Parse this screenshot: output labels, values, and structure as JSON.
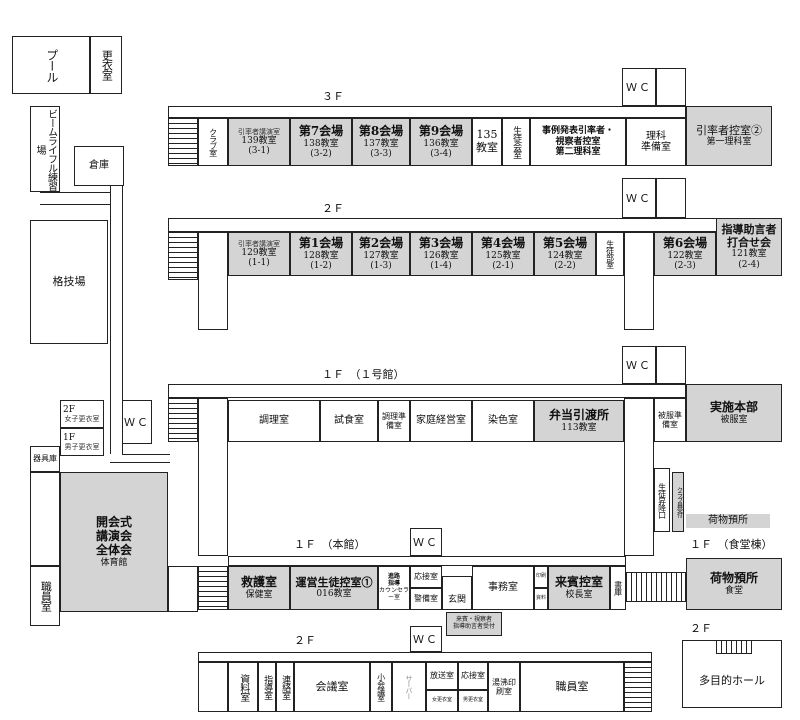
{
  "floors": {
    "f3": "３Ｆ",
    "f2": "２Ｆ",
    "f1_bldg1": "１Ｆ　（１号館）",
    "f1_main": "１Ｆ　（本館）",
    "f1_cafeteria": "１Ｆ　（食堂棟）",
    "f2_lower": "２Ｆ",
    "f2_hall": "２Ｆ"
  },
  "wc": "ＷＣ",
  "outdoor": {
    "pool": "プール",
    "changing": "更衣室",
    "rifle": "ビームライフル練習場",
    "storage": "倉庫",
    "martial": "格技場"
  },
  "gym": {
    "f2": "2F",
    "f2_note": "女子更衣室",
    "f1": "1F",
    "f1_note": "男子更衣室",
    "equipment": "器具庫",
    "main1": "開会式",
    "main2": "講演会",
    "main3": "全体会",
    "sub": "体育館",
    "staff": "職員室"
  },
  "third_floor": [
    {
      "v": "クラブ室"
    },
    {
      "note": "引率者講演室",
      "room": "139教室",
      "code": "(3-1)"
    },
    {
      "main": "第7会場",
      "room": "138教室",
      "code": "(3-2)"
    },
    {
      "main": "第8会場",
      "room": "137教室",
      "code": "(3-3)"
    },
    {
      "main": "第9会場",
      "room": "136教室",
      "code": "(3-4)"
    },
    {
      "a": "135",
      "b": "教室"
    },
    {
      "v": "生徒会室"
    },
    {
      "a": "事例発表引率者・",
      "b": "視察者控室",
      "c": "第二理科室"
    },
    {
      "a": "理科",
      "b": "準備室"
    },
    {
      "main": "引率者控室②",
      "room": "第一理科室"
    }
  ],
  "second_floor": [
    {
      "note": "引率者講演室",
      "room": "129教室",
      "code": "(1-1)"
    },
    {
      "main": "第1会場",
      "room": "128教室",
      "code": "(1-2)"
    },
    {
      "main": "第2会場",
      "room": "127教室",
      "code": "(1-3)"
    },
    {
      "main": "第3会場",
      "room": "126教室",
      "code": "(1-4)"
    },
    {
      "main": "第4会場",
      "room": "125教室",
      "code": "(2-1)"
    },
    {
      "main": "第5会場",
      "room": "124教室",
      "code": "(2-2)"
    },
    {
      "v": "生徒部室"
    },
    {
      "main": "第6会場",
      "room": "122教室",
      "code": "(2-3)"
    },
    {
      "main": "指導助言者",
      "room2": "打合せ会",
      "room": "121教室",
      "code": "(2-4)"
    }
  ],
  "first_floor": {
    "cooking": "調理室",
    "dining": "試食室",
    "cooking_prep": "調理準備室",
    "home_ec": "家庭経営室",
    "dyeing": "染色室",
    "reception_main": "弁当引渡所",
    "reception_room": "113教室",
    "clothing_prep": "被服準備室",
    "hq_main": "実施本部",
    "hq_room": "被服室",
    "student_exit": "生徒昇降口",
    "club_reception": "クラブ員受付",
    "baggage": "荷物預所"
  },
  "main_building": {
    "bookstore_main": "救護室",
    "bookstore_sub": "保健室",
    "mgmt_main": "運営生徒控室①",
    "mgmt_room": "016教室",
    "counsel_a": "進路",
    "counsel_b": "指導",
    "counsel_c": "カウンセラー室",
    "reception_room": "応接室",
    "security": "警備室",
    "entrance": "玄関",
    "office": "事務室",
    "guest_main": "来賓控室",
    "guest_sub": "校長室",
    "storage": "書庫",
    "mini_a": "印刷",
    "mini_b": "資料",
    "guest_reception": "来賓・視察者",
    "guest_reception2": "指導助言者受付",
    "baggage_main": "荷物預所",
    "baggage_sub": "食堂"
  },
  "lower_second": {
    "materials": "資料室",
    "guidance": "指導室",
    "liaison": "連絡室",
    "conference": "会議室",
    "small_conf": "小会議室",
    "server": "サーバー",
    "broadcast": "放送室",
    "reception": "応接室",
    "female_changing": "女更衣室",
    "male_changing": "男更衣室",
    "printing": "湯沸印刷室",
    "staff": "職員室"
  },
  "hall": {
    "name": "多目的ホール"
  }
}
